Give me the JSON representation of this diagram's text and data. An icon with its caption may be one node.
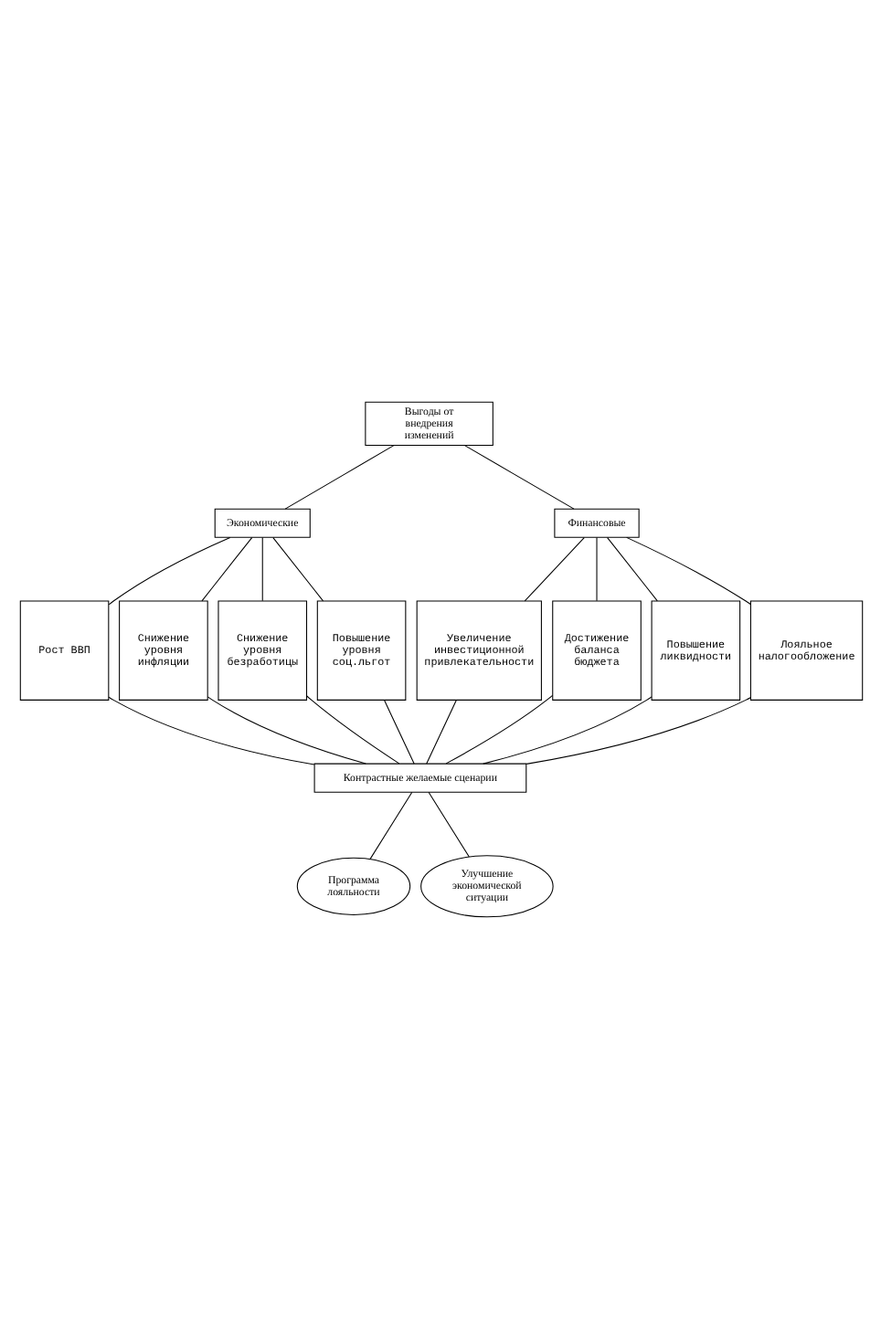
{
  "diagram": {
    "nodes": [
      {
        "text": [
          "Выгоды от внедрения изменений"
        ]
      },
      {
        "text": [
          "Экономические"
        ]
      },
      {
        "text": [
          "Финансовые"
        ]
      },
      {
        "text": [
          "Рост ВВП"
        ]
      },
      {
        "text": [
          "Снижение уровня инфляции"
        ]
      },
      {
        "text": [
          "Снижение уровня безработицы"
        ]
      },
      {
        "text": [
          "Повышение уровня соц.льгот"
        ]
      },
      {
        "text": [
          "Увеличение инвестиционной привлекательности"
        ]
      },
      {
        "text": [
          "Достижение баланса бюджета"
        ]
      },
      {
        "text": [
          "Повышение ликвидности"
        ]
      },
      {
        "text": [
          "Лояльное налогообложение"
        ]
      },
      {
        "text": [
          "Контрастные желаемые сценарии"
        ]
      },
      {
        "text": [
          "Программа лояльности"
        ]
      },
      {
        "text": [
          "Улучшение экономической ситуации"
        ]
      }
    ],
    "edges": [
      {
        "from": 0,
        "to": 1,
        "arrow": "none"
      },
      {
        "from": 0,
        "to": 2,
        "arrow": "none"
      },
      {
        "from": 1,
        "to": 3,
        "arrow": "none"
      },
      {
        "from": 1,
        "to": 4,
        "arrow": "none"
      },
      {
        "from": 1,
        "to": 5,
        "arrow": "none"
      },
      {
        "from": 1,
        "to": 6,
        "arrow": "none"
      },
      {
        "from": 2,
        "to": 7,
        "arrow": "none"
      },
      {
        "from": 2,
        "to": 8,
        "arrow": "none"
      },
      {
        "from": 2,
        "to": 9,
        "arrow": "none"
      },
      {
        "from": 2,
        "to": 10,
        "arrow": "none"
      },
      {
        "from": 3,
        "to": 11,
        "arrow": "none"
      },
      {
        "from": 4,
        "to": 11,
        "arrow": "none"
      },
      {
        "from": 5,
        "to": 11,
        "arrow": "none"
      },
      {
        "from": 6,
        "to": 11,
        "arrow": "none"
      },
      {
        "from": 7,
        "to": 11,
        "arrow": "none"
      },
      {
        "from": 8,
        "to": 11,
        "arrow": "none"
      },
      {
        "from": 9,
        "to": 11,
        "arrow": "none"
      },
      {
        "from": 10,
        "to": 11,
        "arrow": "none"
      },
      {
        "from": 11,
        "to": 12,
        "arrow": "none"
      },
      {
        "from": 11,
        "to": 13,
        "arrow": "none"
      }
    ]
  }
}
